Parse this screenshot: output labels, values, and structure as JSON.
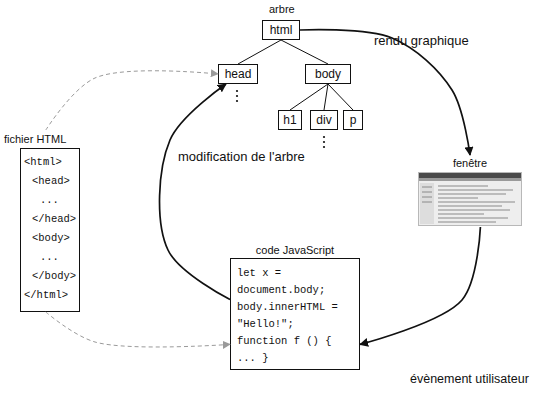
{
  "diagram": {
    "nodes": [
      {
        "text": [
          "html"
        ]
      },
      {
        "text": [
          "head"
        ]
      },
      {
        "text": [
          "body"
        ]
      },
      {
        "text": [
          "h1"
        ]
      },
      {
        "text": [
          "div"
        ]
      },
      {
        "text": [
          "p"
        ]
      },
      {
        "text": [
          "fichier HTML",
          "<html>",
          "<head>",
          "...",
          "</head>",
          "<body>",
          "...",
          "</body>",
          "</html>"
        ]
      },
      {
        "text": [
          "fenêtre"
        ]
      },
      {
        "text": [
          "code JavaScript",
          "let x =",
          "document.body;",
          "body.innerHTML =",
          "\"Hello!\";",
          "function f () {",
          "... }"
        ]
      }
    ],
    "edges": [
      {
        "from": 0,
        "to": 1,
        "arrow": "none"
      },
      {
        "from": 0,
        "to": 2,
        "arrow": "none"
      },
      {
        "from": 2,
        "to": 3,
        "arrow": "none"
      },
      {
        "from": 2,
        "to": 4,
        "arrow": "none"
      },
      {
        "from": 2,
        "to": 5,
        "arrow": "none"
      },
      {
        "from": 0,
        "to": 7,
        "label": "rendu graphique",
        "arrow": "to"
      },
      {
        "from": 7,
        "to": 8,
        "label": "évènement utilisateur",
        "arrow": "to"
      },
      {
        "from": 8,
        "to": 1,
        "label": "modification de l'arbre",
        "arrow": "to"
      },
      {
        "from": 6,
        "to": 1,
        "arrow": "to"
      },
      {
        "from": 6,
        "to": 8,
        "arrow": "to"
      }
    ],
    "labels": [
      "arbre"
    ]
  }
}
